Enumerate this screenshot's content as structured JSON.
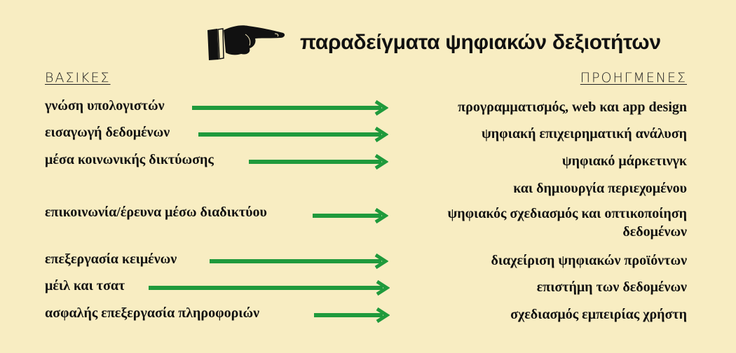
{
  "header": {
    "icon": "pointing-hand-icon",
    "title": "παραδείγματα ψηφιακών δεξιοτήτων"
  },
  "columns": {
    "basic_label": "ΒΑΣΙΚΕΣ",
    "advanced_label": "ΠΡΟΗΓΜΕΝΕΣ"
  },
  "colors": {
    "background": "#f8edc2",
    "arrow": "#1f9a3c",
    "text": "#111111"
  },
  "rows": [
    {
      "basic": "γνώση υπολογιστών",
      "advanced": "προγραμματισμός, web και app design"
    },
    {
      "basic": "εισαγωγή δεδομένων",
      "advanced": "ψηφιακή επιχειρηματική ανάλυση"
    },
    {
      "basic": "μέσα κοινωνικής δικτύωσης",
      "advanced": "ψηφιακό μάρκετινγκ",
      "advanced_line2": "και δημιουργία περιεχομένου"
    },
    {
      "basic": "επικοινωνία/έρευνα μέσω διαδικτύου",
      "advanced": "ψηφιακός σχεδιασμός και οπτικοποίηση",
      "advanced_line2": "δεδομένων"
    },
    {
      "basic": "επεξεργασία κειμένων",
      "advanced": "διαχείριση ψηφιακών προϊόντων"
    },
    {
      "basic": "μέιλ και τσατ",
      "advanced": "επιστήμη των δεδομένων"
    },
    {
      "basic": "ασφαλής επεξεργασία πληροφοριών",
      "advanced": "σχεδιασμός εμπειρίας χρήστη"
    }
  ]
}
